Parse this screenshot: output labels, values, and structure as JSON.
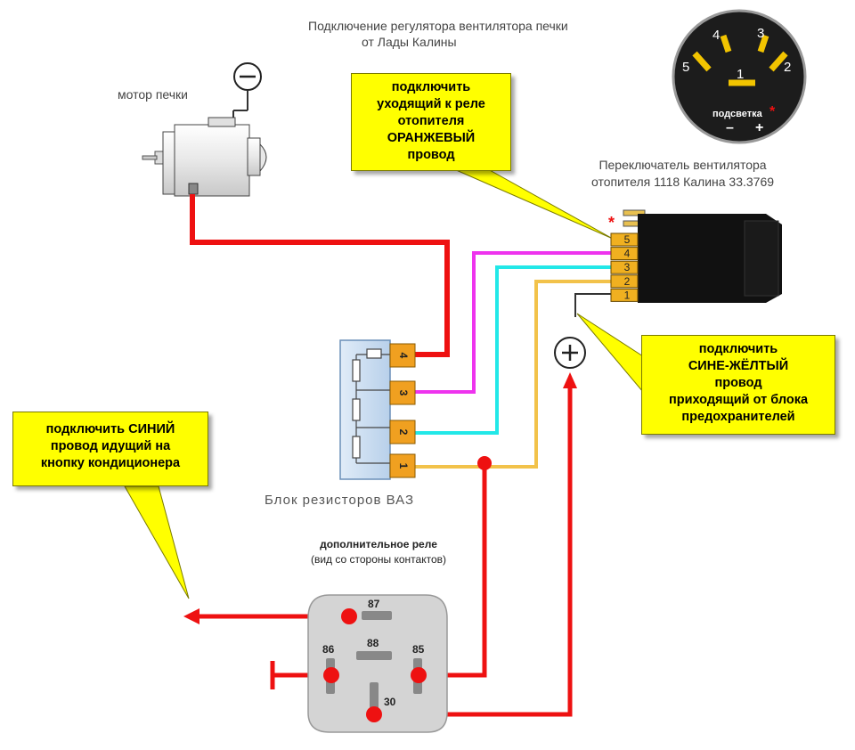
{
  "title": {
    "line1": "Подключение регулятора вентилятора печки",
    "line2": "от Лады Калины"
  },
  "motor": {
    "label": "мотор печки",
    "ground_symbol": "minus-circle-icon"
  },
  "callouts": {
    "orange": [
      "подключить",
      "уходящий к реле",
      "отопителя",
      "ОРАНЖЕВЫЙ",
      "провод"
    ],
    "blue_yellow": [
      "подключить",
      "СИНЕ-ЖЁЛТЫЙ",
      "провод",
      "приходящий от блока",
      "предохранителей"
    ],
    "blue": [
      "подключить СИНИЙ",
      "провод идущий на",
      "кнопку кондиционера"
    ]
  },
  "switch": {
    "label_line1": "Переключатель вентилятора",
    "label_line2": "отопителя 1118 Калина 33.3769",
    "pins": [
      "5",
      "4",
      "3",
      "2",
      "1"
    ],
    "asterisk": "*"
  },
  "dial": {
    "numbers": [
      "5",
      "4",
      "1",
      "3",
      "2"
    ],
    "backlight_label": "подсветка",
    "asterisk": "*",
    "minus": "–",
    "plus": "+"
  },
  "resistor_block": {
    "label": "Блок резисторов ВАЗ",
    "pins": [
      "4",
      "3",
      "2",
      "1"
    ]
  },
  "relay": {
    "title": "дополнительное реле",
    "subtitle": "(вид со стороны контактов)",
    "pins": [
      "87",
      "88",
      "86",
      "85",
      "30"
    ]
  },
  "plus_symbol": "+",
  "colors": {
    "red": "#ee1111",
    "magenta": "#ee33ee",
    "cyan": "#22e8e8",
    "yellow_wire": "#f2c24a",
    "callout": "#ffff00",
    "pin_orange": "#f0a020",
    "relay_body": "#d4d4d4"
  }
}
